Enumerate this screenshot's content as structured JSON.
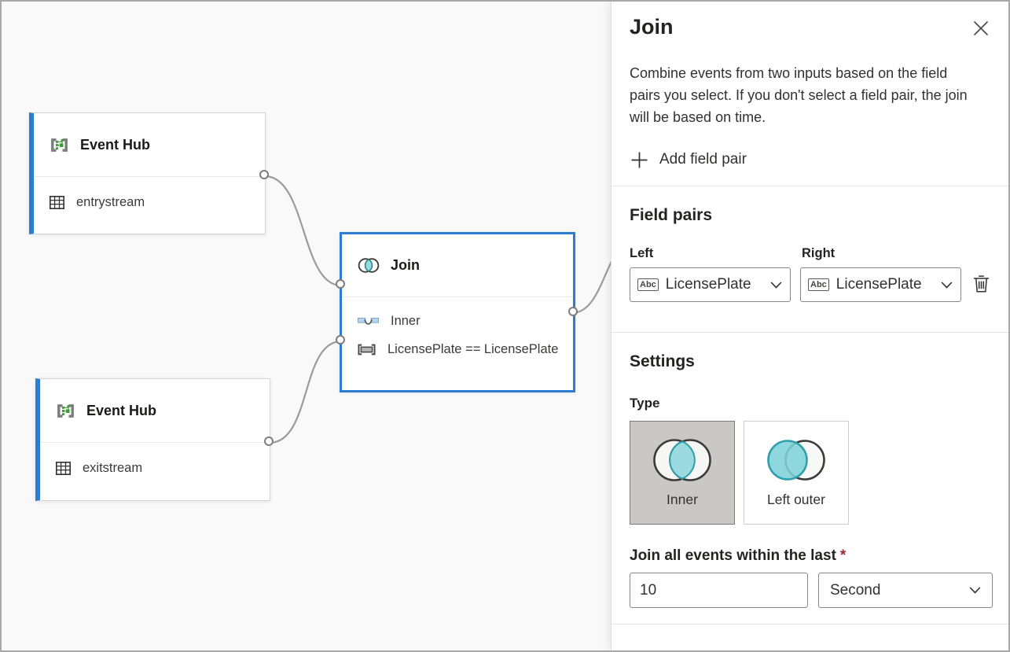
{
  "canvas": {
    "nodes": {
      "event_hub_1": {
        "title": "Event Hub",
        "stream": "entrystream"
      },
      "event_hub_2": {
        "title": "Event Hub",
        "stream": "exitstream"
      },
      "join": {
        "title": "Join",
        "join_type": "Inner",
        "condition": "LicensePlate == LicensePlate"
      }
    }
  },
  "panel": {
    "title": "Join",
    "description": "Combine events from two inputs based on the field pairs you select. If you don't select a field pair, the join will be based on time.",
    "add_field_pair_label": "Add field pair",
    "field_pairs": {
      "heading": "Field pairs",
      "left_label": "Left",
      "right_label": "Right",
      "left_value": "LicensePlate",
      "right_value": "LicensePlate",
      "field_type_badge": "Abc"
    },
    "settings": {
      "heading": "Settings",
      "type_label": "Type",
      "options": [
        {
          "label": "Inner",
          "selected": true
        },
        {
          "label": "Left outer",
          "selected": false
        }
      ],
      "window_label": "Join all events within the last",
      "required_marker": "*",
      "window_value": "10",
      "window_unit": "Second"
    }
  },
  "colors": {
    "accent_blue": "#2b7cd3",
    "teal_fill": "#8ddbe0",
    "teal_stroke": "#2f9fab",
    "selected_card_bg": "#cac8c6",
    "wire_gray": "#9d9b99",
    "required_red": "#a4262c"
  }
}
